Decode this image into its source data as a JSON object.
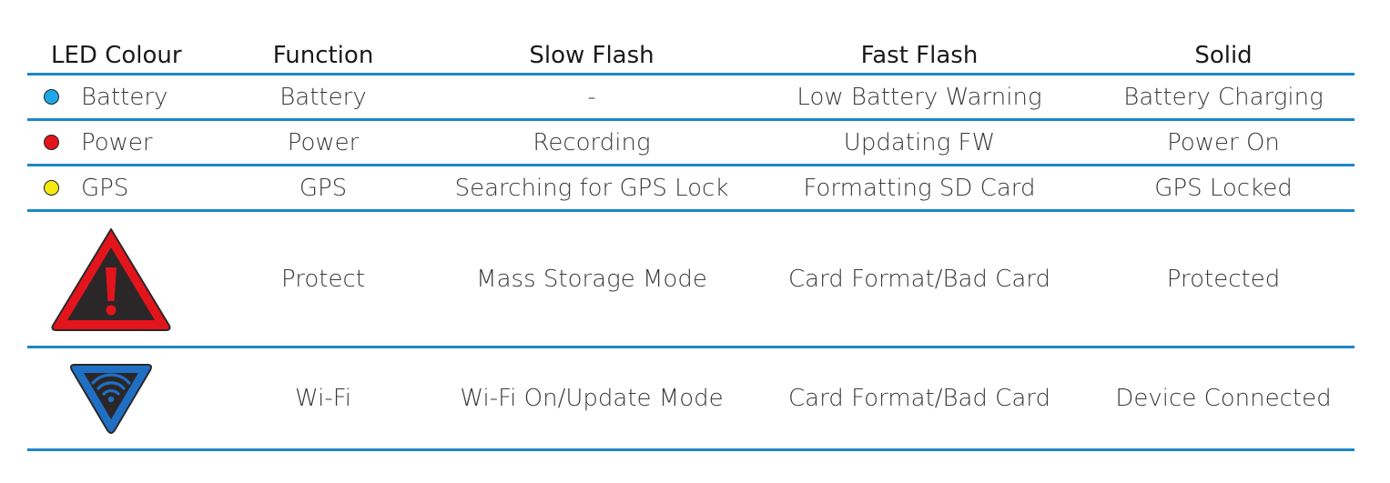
{
  "headers": {
    "led_colour": "LED Colour",
    "function": "Function",
    "slow_flash": "Slow Flash",
    "fast_flash": "Fast Flash",
    "solid": "Solid"
  },
  "rows": [
    {
      "led_label": "Battery",
      "led_color": "#1ea8e8",
      "function": "Battery",
      "slow_flash": "-",
      "fast_flash": "Low Battery Warning",
      "solid": "Battery Charging"
    },
    {
      "led_label": "Power",
      "led_color": "#e3141c",
      "function": "Power",
      "slow_flash": "Recording",
      "fast_flash": "Updating FW",
      "solid": "Power On"
    },
    {
      "led_label": "GPS",
      "led_color": "#f4ea12",
      "function": "GPS",
      "slow_flash": "Searching for GPS Lock",
      "fast_flash": "Formatting SD Card",
      "solid": "GPS Locked"
    },
    {
      "icon": "warning-triangle-icon",
      "function": "Protect",
      "slow_flash": "Mass Storage Mode",
      "fast_flash": "Card Format/Bad Card",
      "solid": "Protected"
    },
    {
      "icon": "wifi-triangle-icon",
      "function": "Wi-Fi",
      "slow_flash": "Wi-Fi On/Update Mode",
      "fast_flash": "Card Format/Bad Card",
      "solid": "Device Connected"
    }
  ],
  "colors": {
    "divider": "#1b86c8",
    "warning_red": "#e3141c",
    "wifi_blue": "#1f6fc4",
    "icon_dark": "#2b2728"
  }
}
